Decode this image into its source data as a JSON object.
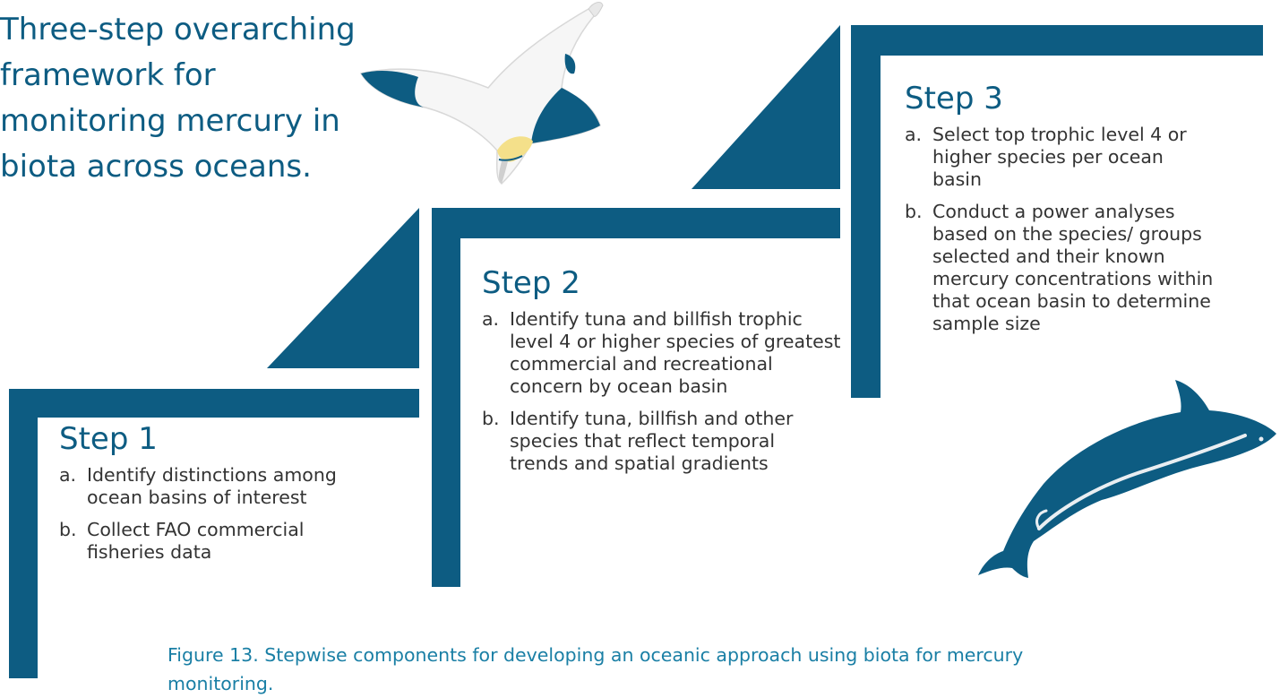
{
  "title_lines": [
    "Three-step overarching",
    "framework for",
    "monitoring mercury in",
    "biota across oceans."
  ],
  "steps": [
    {
      "heading": "Step 1",
      "items": [
        {
          "letter": "a.",
          "text": "Identify distinctions among ocean basins of interest"
        },
        {
          "letter": "b.",
          "text": "Collect FAO commercial fisheries data"
        }
      ]
    },
    {
      "heading": "Step 2",
      "items": [
        {
          "letter": "a.",
          "text": "Identify tuna and billfish trophic level 4 or higher species of greatest commercial and recreational concern by ocean basin"
        },
        {
          "letter": "b.",
          "text": "Identify tuna, billfish and other species that reflect temporal trends and spatial gradients"
        }
      ]
    },
    {
      "heading": "Step 3",
      "items": [
        {
          "letter": "a.",
          "text": "Select top trophic level 4 or higher species per ocean basin"
        },
        {
          "letter": "b.",
          "text": "Conduct a power analyses based on the species/ groups selected and their known mercury concentrations within that ocean basin to determine sample size"
        }
      ]
    }
  ],
  "caption": "Figure 13. Stepwise components for developing an oceanic approach using biota for mercury monitoring.",
  "icons": {
    "bird": "gannet-illustration",
    "dolphin": "dolphin-illustration"
  },
  "colors": {
    "primary": "#0d5c82",
    "caption": "#1a7fa5",
    "bird_head": "#f4e08a"
  }
}
